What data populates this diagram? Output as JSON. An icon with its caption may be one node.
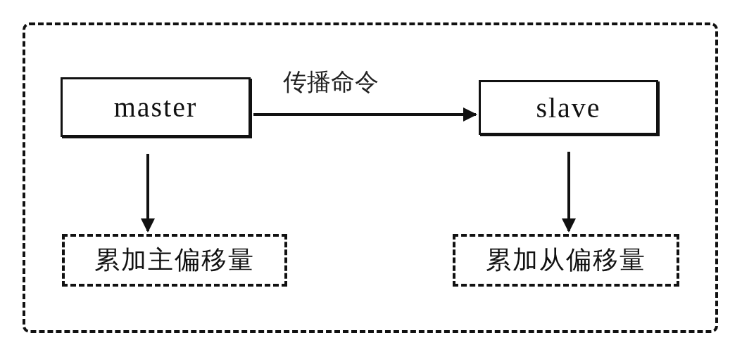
{
  "diagram": {
    "nodes": [
      {
        "text": [],
        "shape": "box"
      },
      {
        "text": [
          "master"
        ],
        "in": 0
      },
      {
        "text": [
          "slave"
        ],
        "in": 0
      },
      {
        "text": [
          "累加主偏移量"
        ],
        "in": 0
      },
      {
        "text": [
          "累加从偏移量"
        ],
        "in": 0
      }
    ],
    "edges": [
      {
        "from": 1,
        "to": 2,
        "arrow": "to",
        "label": "传播命令"
      },
      {
        "from": 1,
        "to": 3,
        "arrow": "to"
      },
      {
        "from": 2,
        "to": 4,
        "arrow": "to"
      }
    ]
  }
}
